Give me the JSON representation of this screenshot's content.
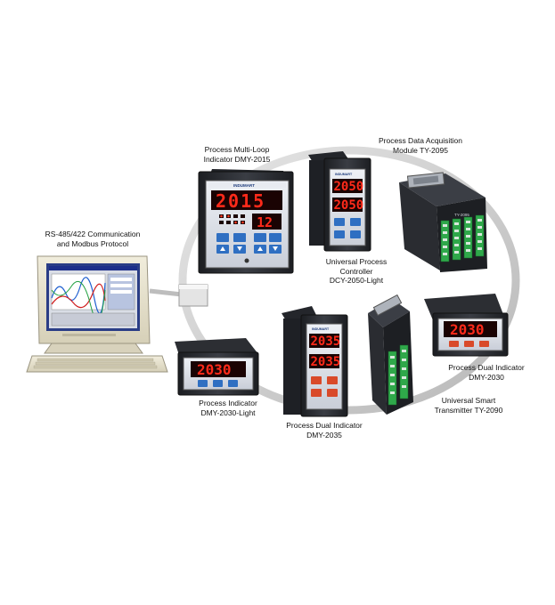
{
  "labels": {
    "comm_line1": "RS-485/422 Communication",
    "comm_line2": "and Modbus Protocol",
    "dmy2015_line1": "Process Multi-Loop",
    "dmy2015_line2": "Indicator DMY-2015",
    "ty2095_line1": "Process Data Acquisition",
    "ty2095_line2": "Module TY-2095",
    "dcy2050_line1": "Universal Process",
    "dcy2050_line2": "Controller",
    "dcy2050_line3": "DCY-2050-Light",
    "dmy2030_line1": "Process Dual Indicator",
    "dmy2030_line2": "DMY-2030",
    "ty2090_line1": "Universal Smart",
    "ty2090_line2": "Transmitter TY-2090",
    "dmy2035_line1": "Process Dual Indicator",
    "dmy2035_line2": "DMY-2035",
    "dmy2030l_line1": "Process Indicator",
    "dmy2030l_line2": "DMY-2030-Light"
  },
  "displays": {
    "dmy2015_top": "2015",
    "dmy2015_bottom": "12",
    "dcy2050_top": "2050",
    "dcy2050_bottom": "2050",
    "dmy2030": "2030",
    "dmy2035_top": "2035",
    "dmy2035_bottom": "2035",
    "dmy2030l": "2030"
  },
  "brand": "INDUMART",
  "ty2095_tag": "TY-2095",
  "colors": {
    "display_red": "#ff2a1a",
    "display_bg": "#1a0303",
    "panel_dark": "#2a2d33",
    "button_blue": "#2f6fc2",
    "button_red": "#d94a2a",
    "terminal_green": "#2fa84a",
    "ring_gray": "#cfcfcf"
  }
}
